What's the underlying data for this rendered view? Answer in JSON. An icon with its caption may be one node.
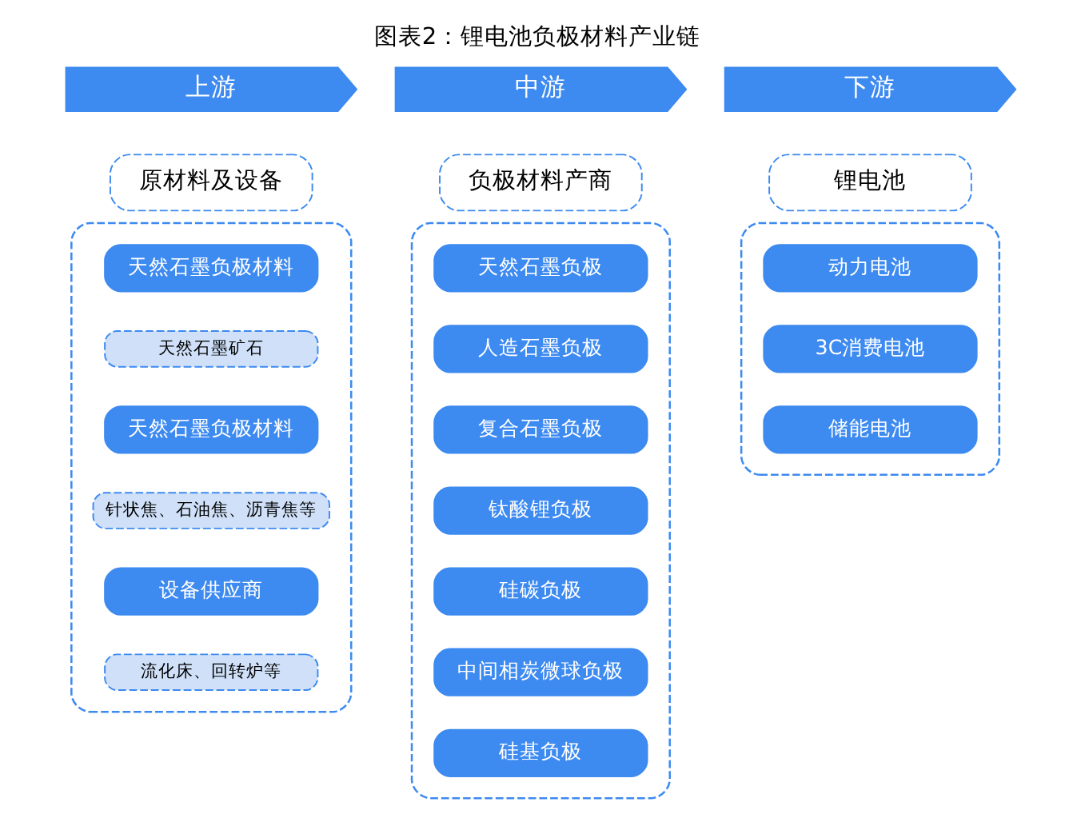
{
  "diagram": {
    "title": "图表2：锂电池负极材料产业链",
    "nodes": [
      {
        "text": [
          "上游"
        ]
      },
      {
        "text": [
          "中游"
        ]
      },
      {
        "text": [
          "下游"
        ]
      },
      {
        "text": [
          "原材料及设备"
        ]
      },
      {
        "text": [
          "负极材料产商"
        ]
      },
      {
        "text": [
          "锂电池"
        ]
      },
      {
        "text": [],
        "shape": "box"
      },
      {
        "text": [
          "天然石墨负极材料"
        ],
        "in": 6
      },
      {
        "text": [
          "天然石墨矿石"
        ],
        "in": 6
      },
      {
        "text": [
          "天然石墨负极材料"
        ],
        "in": 6
      },
      {
        "text": [
          "针状焦、石油焦、沥青焦等"
        ],
        "in": 6
      },
      {
        "text": [
          "设备供应商"
        ],
        "in": 6
      },
      {
        "text": [
          "流化床、回转炉等"
        ],
        "in": 6
      },
      {
        "text": [],
        "shape": "box"
      },
      {
        "text": [
          "天然石墨负极"
        ],
        "in": 13
      },
      {
        "text": [
          "人造石墨负极"
        ],
        "in": 13
      },
      {
        "text": [
          "复合石墨负极"
        ],
        "in": 13
      },
      {
        "text": [
          "钛酸锂负极"
        ],
        "in": 13
      },
      {
        "text": [
          "硅碳负极"
        ],
        "in": 13
      },
      {
        "text": [
          "中间相炭微球负极"
        ],
        "in": 13
      },
      {
        "text": [
          "硅基负极"
        ],
        "in": 13
      },
      {
        "text": [],
        "shape": "box"
      },
      {
        "text": [
          "动力电池"
        ],
        "in": 21
      },
      {
        "text": [
          "3C消费电池"
        ],
        "in": 21
      },
      {
        "text": [
          "储能电池"
        ],
        "in": 21
      }
    ]
  }
}
